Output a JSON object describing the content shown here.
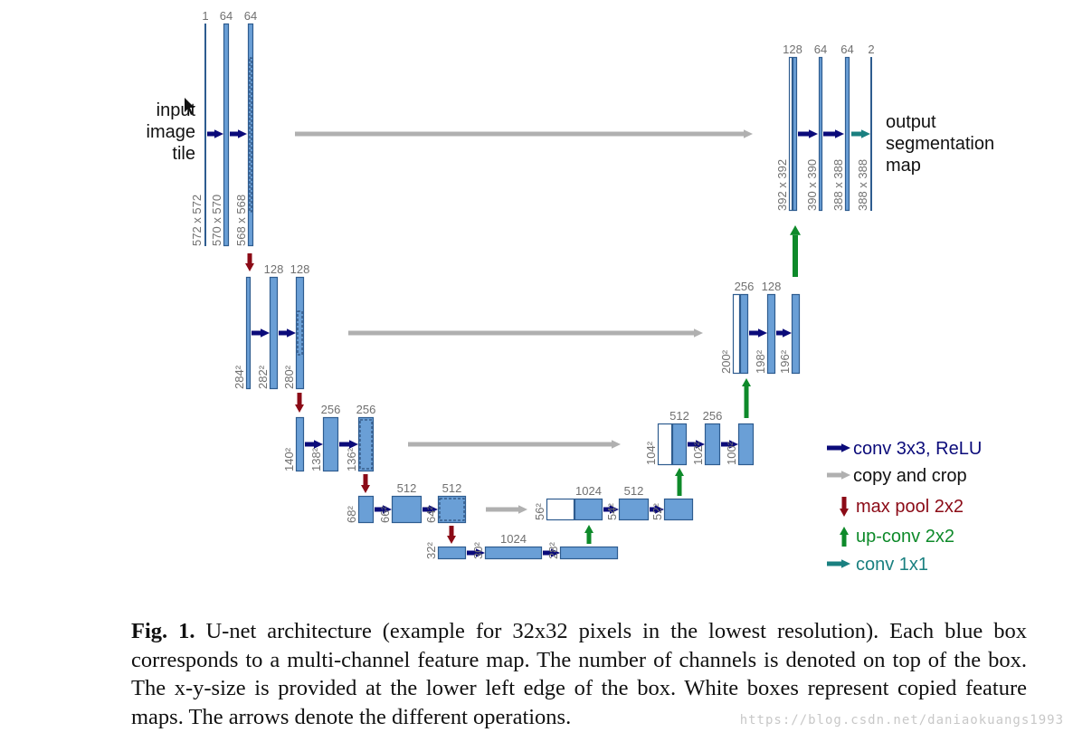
{
  "colors": {
    "feature_fill": "#6a9fd6",
    "feature_stroke": "#2e5c8f",
    "conv_arrow": "#0b0b7a",
    "copy_arrow": "#b0b0b0",
    "pool_arrow": "#8b0a16",
    "upconv_arrow": "#0e8a2a",
    "conv1x1_arrow": "#1a8080",
    "label_gray": "#707070"
  },
  "input_label": [
    "input",
    "image",
    "tile"
  ],
  "output_label": [
    "output",
    "segmentation",
    "map"
  ],
  "legend": [
    {
      "kind": "conv",
      "label": "conv 3x3, ReLU",
      "color": "#0b0b7a",
      "icon": "arrow-right-icon"
    },
    {
      "kind": "copy",
      "label": "copy and crop",
      "color": "#111111",
      "icon": "arrow-right-icon"
    },
    {
      "kind": "pool",
      "label": "max pool 2x2",
      "color": "#8b0a16",
      "icon": "arrow-down-icon"
    },
    {
      "kind": "upconv",
      "label": "up-conv 2x2",
      "color": "#0e8a2a",
      "icon": "arrow-up-icon"
    },
    {
      "kind": "conv1x1",
      "label": "conv 1x1",
      "color": "#1a8080",
      "icon": "arrow-right-icon"
    }
  ],
  "blocks": [
    {
      "id": "enc1-0",
      "channels": "1",
      "size": "572 x 572",
      "white": false
    },
    {
      "id": "enc1-1",
      "channels": "64",
      "size": "570 x 570",
      "white": false
    },
    {
      "id": "enc1-2",
      "channels": "64",
      "size": "568 x 568",
      "white": false
    },
    {
      "id": "enc2-0",
      "channels": "",
      "size": "284²",
      "white": false
    },
    {
      "id": "enc2-1",
      "channels": "128",
      "size": "282²",
      "white": false
    },
    {
      "id": "enc2-2",
      "channels": "128",
      "size": "280²",
      "white": false
    },
    {
      "id": "enc3-0",
      "channels": "",
      "size": "140²",
      "white": false
    },
    {
      "id": "enc3-1",
      "channels": "256",
      "size": "138²",
      "white": false
    },
    {
      "id": "enc3-2",
      "channels": "256",
      "size": "136²",
      "white": false
    },
    {
      "id": "enc4-0",
      "channels": "",
      "size": "68²",
      "white": false
    },
    {
      "id": "enc4-1",
      "channels": "512",
      "size": "66²",
      "white": false
    },
    {
      "id": "enc4-2",
      "channels": "512",
      "size": "64²",
      "white": false
    },
    {
      "id": "bot-0",
      "channels": "",
      "size": "32²",
      "white": false
    },
    {
      "id": "bot-1",
      "channels": "1024",
      "size": "30²",
      "white": false
    },
    {
      "id": "bot-2",
      "channels": "",
      "size": "28²",
      "white": false
    },
    {
      "id": "dec4-w",
      "channels": "",
      "size": "56²",
      "white": true
    },
    {
      "id": "dec4-0",
      "channels": "1024",
      "size": "",
      "white": false
    },
    {
      "id": "dec4-1",
      "channels": "512",
      "size": "54²",
      "white": false
    },
    {
      "id": "dec4-2",
      "channels": "",
      "size": "52²",
      "white": false
    },
    {
      "id": "dec3-w",
      "channels": "",
      "size": "104²",
      "white": true
    },
    {
      "id": "dec3-0",
      "channels": "512",
      "size": "",
      "white": false
    },
    {
      "id": "dec3-1",
      "channels": "256",
      "size": "102²",
      "white": false
    },
    {
      "id": "dec3-2",
      "channels": "",
      "size": "100²",
      "white": false
    },
    {
      "id": "dec2-w",
      "channels": "",
      "size": "200²",
      "white": true
    },
    {
      "id": "dec2-0",
      "channels": "256",
      "size": "",
      "white": false
    },
    {
      "id": "dec2-1",
      "channels": "128",
      "size": "198²",
      "white": false
    },
    {
      "id": "dec2-2",
      "channels": "",
      "size": "196²",
      "white": false
    },
    {
      "id": "dec1-w",
      "channels": "128",
      "size": "392 x 392",
      "white": true
    },
    {
      "id": "dec1-0",
      "channels": "",
      "size": "",
      "white": false
    },
    {
      "id": "dec1-1",
      "channels": "64",
      "size": "390 x 390",
      "white": false
    },
    {
      "id": "dec1-2",
      "channels": "64",
      "size": "388 x 388",
      "white": false
    },
    {
      "id": "out",
      "channels": "2",
      "size": "388 x 388",
      "white": false
    }
  ],
  "caption": {
    "label": "Fig. 1.",
    "text": " U-net architecture (example for 32x32 pixels in the lowest resolution). Each blue box corresponds to a multi-channel feature map. The number of channels is denoted on top of the box. The x-y-size is provided at the lower left edge of the box. White boxes represent copied feature maps. The arrows denote the different operations."
  },
  "watermark": "https://blog.csdn.net/daniaokuangs1993"
}
